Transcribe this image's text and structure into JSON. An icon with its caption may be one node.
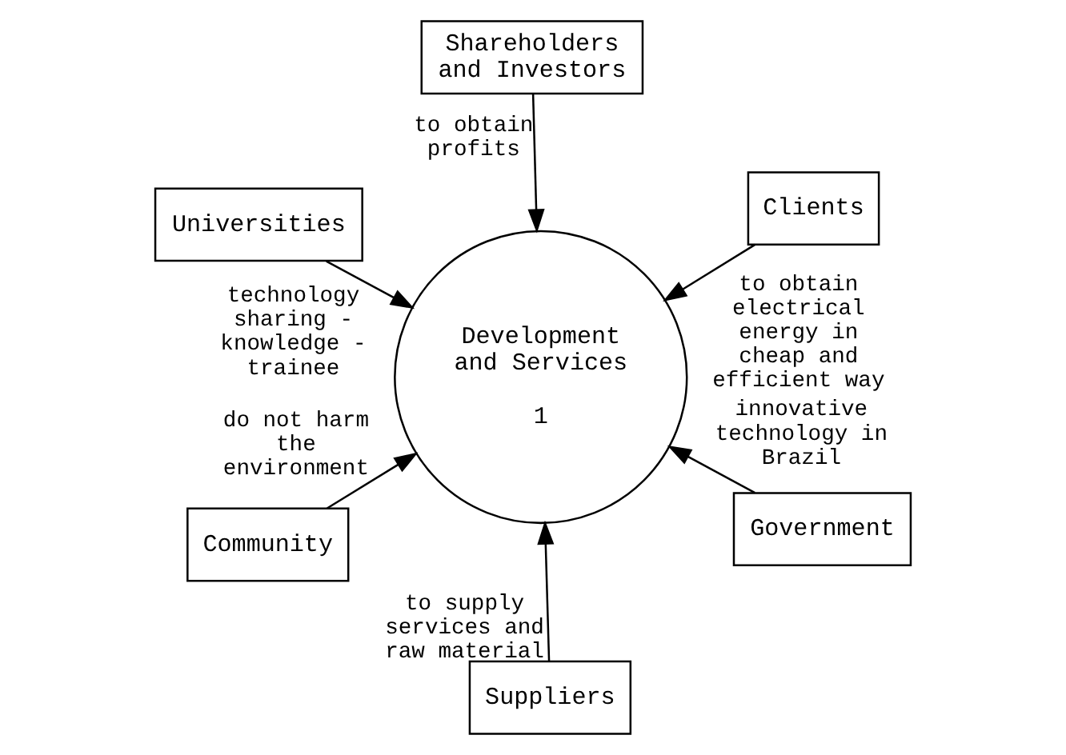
{
  "diagram": {
    "nodes": [
      {
        "text": [
          "Clients"
        ]
      },
      {
        "text": [
          "Shareholders and Investors"
        ]
      },
      {
        "text": [
          "Development and Services",
          "1"
        ]
      },
      {
        "text": [
          "Suppliers"
        ]
      },
      {
        "text": [
          "Universities"
        ]
      },
      {
        "text": [
          "Community"
        ]
      },
      {
        "text": [
          "Government"
        ]
      }
    ],
    "edges": [
      {
        "from": 0,
        "to": 2,
        "arrow": "to",
        "label": "to obtain electrical energy in cheap and efficient way"
      },
      {
        "from": 1,
        "to": 2,
        "arrow": "to",
        "label": "to obtain profits"
      },
      {
        "from": 3,
        "to": 2,
        "arrow": "to",
        "label": "to supply services and raw material"
      },
      {
        "from": 4,
        "to": 2,
        "arrow": "to",
        "label": "technology sharing - knowledge - trainee"
      },
      {
        "from": 5,
        "to": 2,
        "arrow": "to",
        "label": "do not harm the environment"
      },
      {
        "from": 6,
        "to": 2,
        "arrow": "to",
        "label": "innovative technology in Brazil"
      }
    ]
  }
}
